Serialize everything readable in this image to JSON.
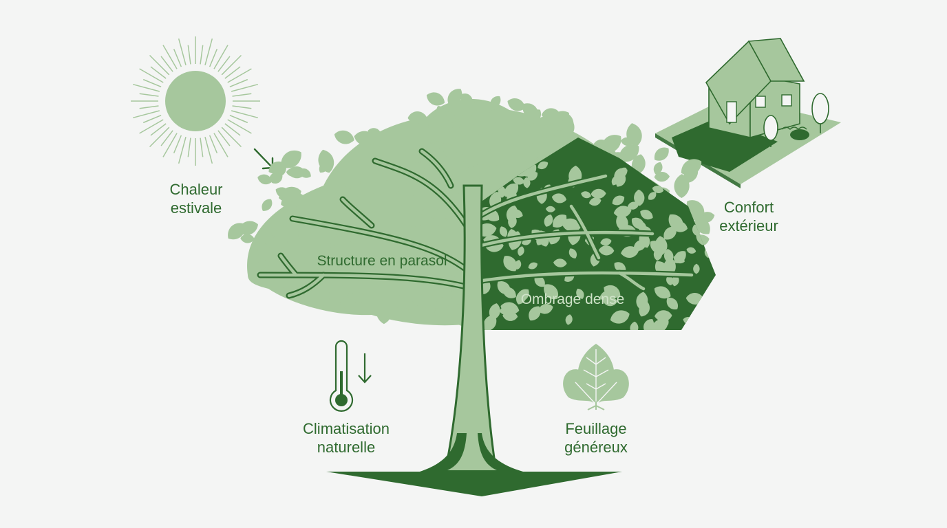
{
  "labels": {
    "summer_heat": [
      "Chaleur",
      "estivale"
    ],
    "outdoor_comfort": [
      "Confort",
      "extérieur"
    ],
    "parasol_structure": "Structure en parasol",
    "dense_shade": "Ombrage dense",
    "natural_cooling": [
      "Climatisation",
      "naturelle"
    ],
    "generous_foliage": [
      "Feuillage",
      "généreux"
    ]
  },
  "icons": {
    "sun": "sun-icon",
    "arrow": "diagonal-arrow-icon",
    "house": "house-icon",
    "thermometer": "thermometer-down-icon",
    "leaf": "leaf-icon",
    "tree": "tree-illustration"
  },
  "colors": {
    "background": "#f4f5f4",
    "light_green": "#a6c79d",
    "dark_green": "#2f6a2f",
    "text": "#2f6a2f"
  }
}
